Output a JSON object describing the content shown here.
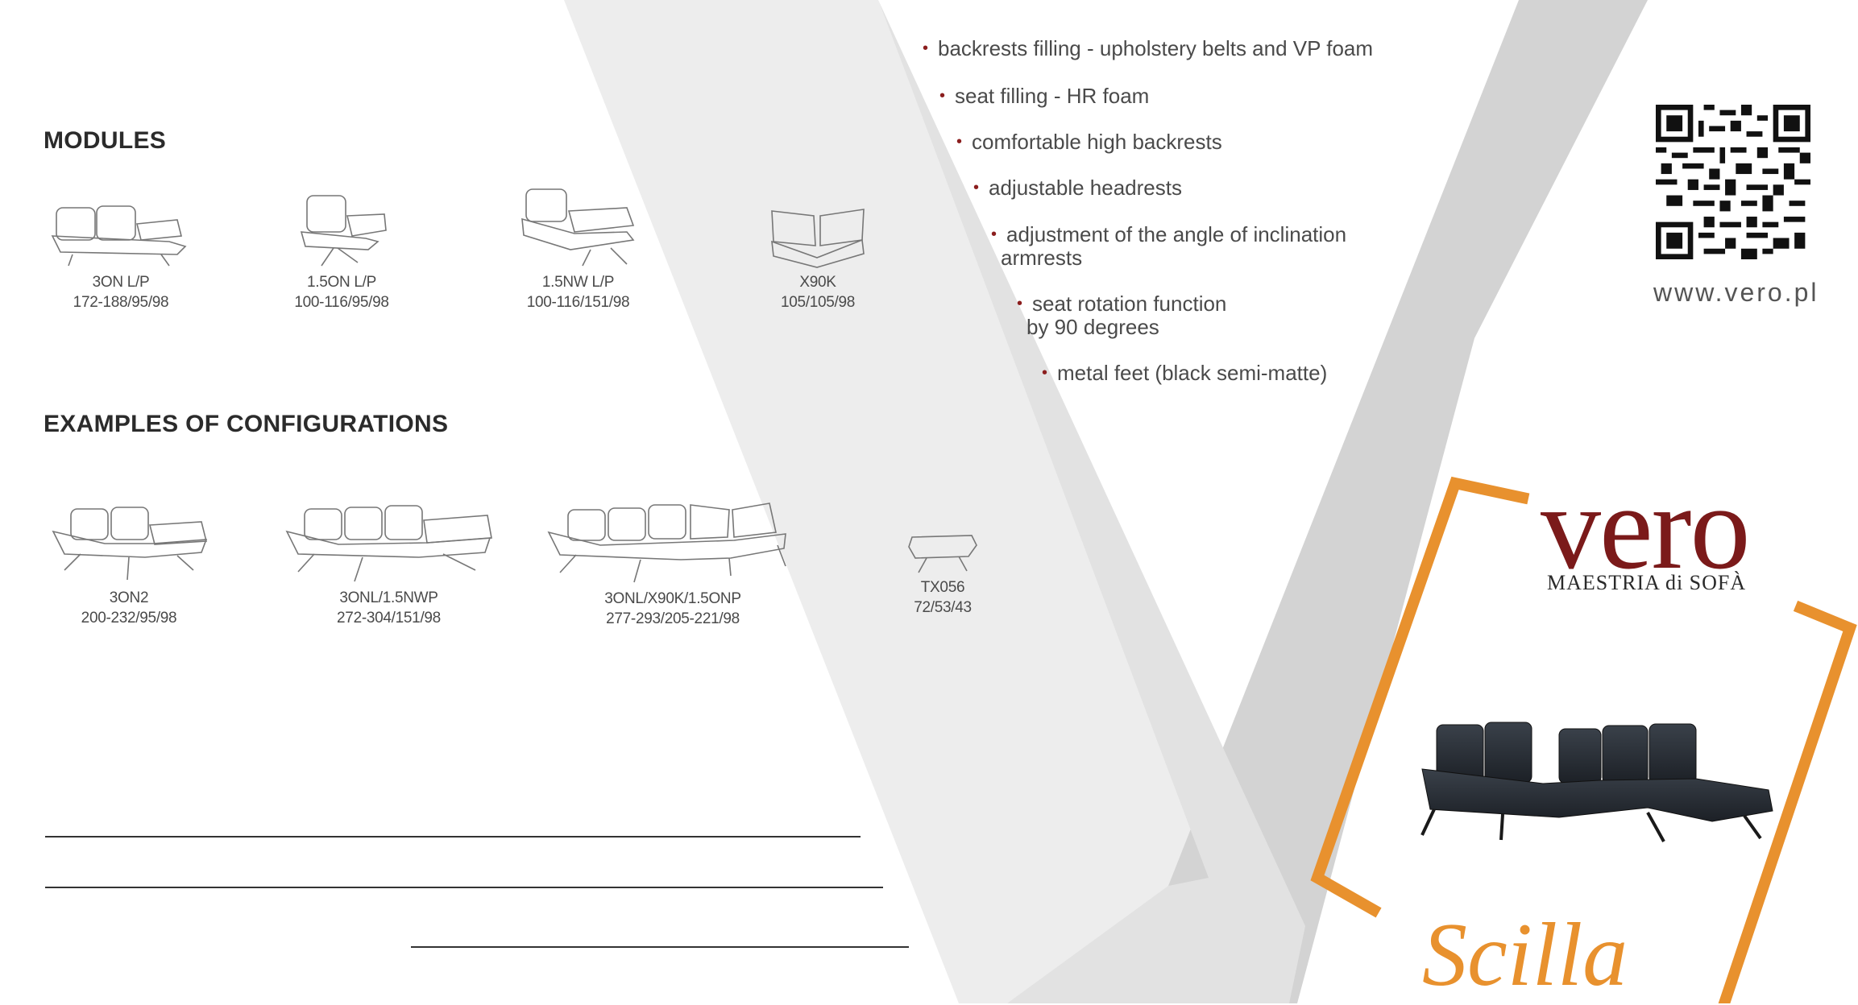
{
  "sections": {
    "modules_title": "MODULES",
    "configs_title": "EXAMPLES OF CONFIGURATIONS"
  },
  "modules": [
    {
      "code": "3ON L/P",
      "dims": "172-188/95/98"
    },
    {
      "code": "1.5ON L/P",
      "dims": "100-116/95/98"
    },
    {
      "code": "1.5NW L/P",
      "dims": "100-116/151/98"
    },
    {
      "code": "X90K",
      "dims": "105/105/98"
    }
  ],
  "configurations": [
    {
      "code": "3ON2",
      "dims": "200-232/95/98"
    },
    {
      "code": "3ONL/1.5NWP",
      "dims": "272-304/151/98"
    },
    {
      "code": "3ONL/X90K/1.5ONP",
      "dims": "277-293/205-221/98"
    },
    {
      "code": "TX056",
      "dims": "72/53/43"
    }
  ],
  "features": [
    "backrests filling - upholstery belts and VP foam",
    "seat filling - HR foam",
    "comfortable high backrests",
    "adjustable headrests",
    "adjustment of the angle of inclination",
    "armrests",
    "seat rotation function",
    "by 90 degrees",
    "metal feet (black semi-matte)"
  ],
  "brand": {
    "url": "www.vero.pl",
    "logo": "vero",
    "tagline": "MAESTRIA di SOFÀ",
    "product": "Scilla"
  },
  "icons": [
    "qr-code-icon",
    "sofa-module-icon",
    "sofa-photo"
  ],
  "colors": {
    "brand_red": "#7b1a1a",
    "accent_orange": "#e8912e",
    "bullet_red": "#8b1e1e",
    "band_light": "#ececec",
    "band_mid": "#d6d6d6"
  }
}
